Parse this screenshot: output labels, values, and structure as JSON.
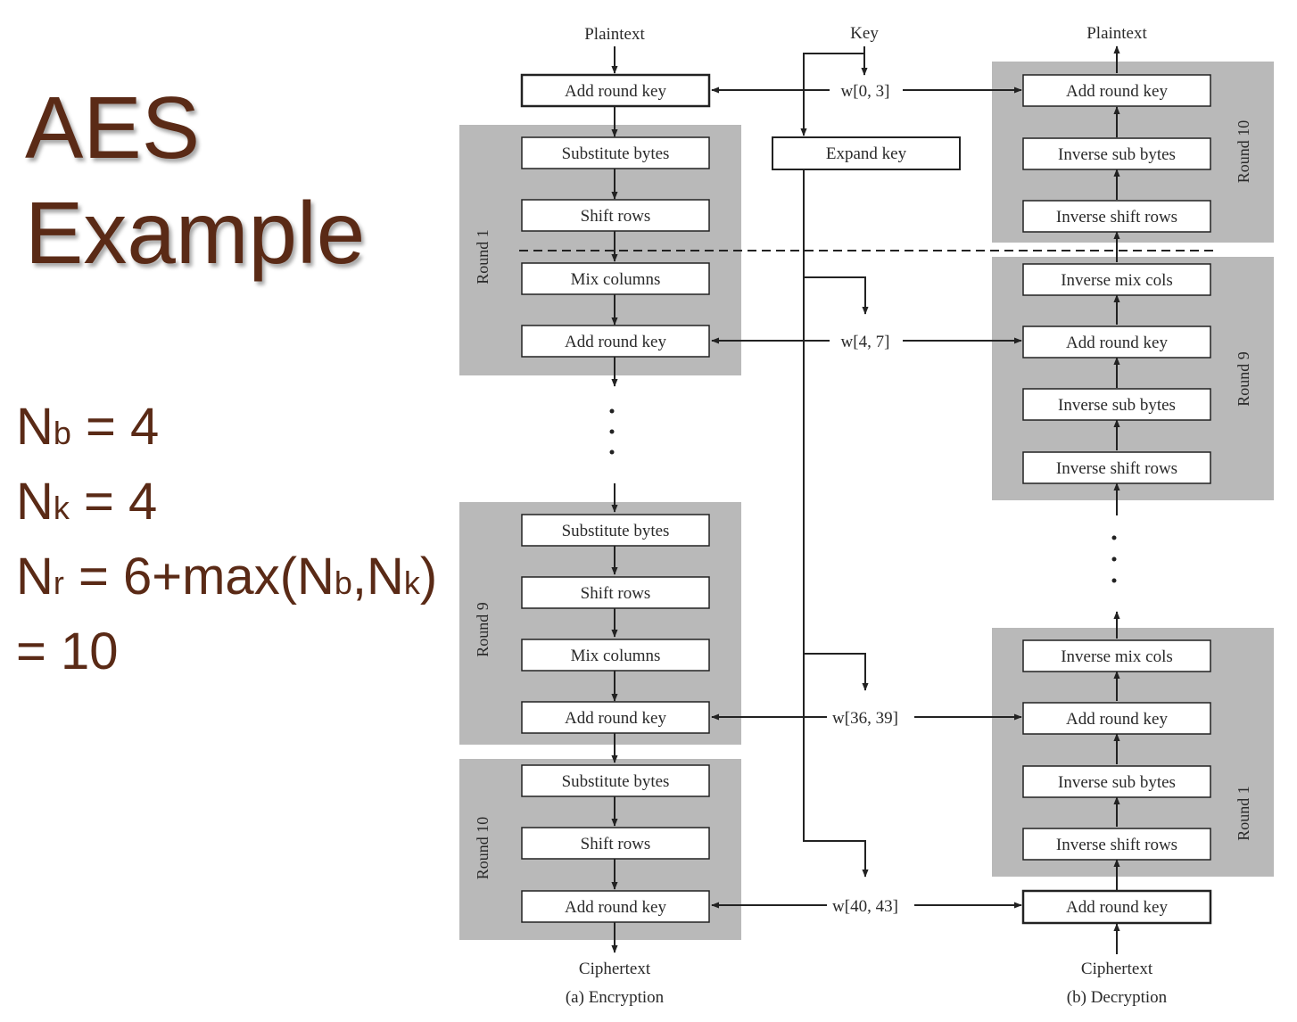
{
  "slide": {
    "title_line1": "AES",
    "title_line2": "Example",
    "params": {
      "nb": {
        "sym": "N",
        "sub": "b",
        "rest": " = 4"
      },
      "nk": {
        "sym": "N",
        "sub": "k",
        "rest": " = 4"
      },
      "nr": {
        "pre": "N",
        "pre_sub": "r",
        "mid": " = 6+max(N",
        "mid_sub": "b",
        "sep": ",N",
        "sep_sub": "k",
        "end": ")"
      },
      "result": "= 10"
    }
  },
  "diagram": {
    "encryption": {
      "input": "Plaintext",
      "output": "Ciphertext",
      "caption": "(a) Encryption",
      "initial_stage": "Add round key",
      "round_first": {
        "label": "Round 1",
        "stages": [
          "Substitute bytes",
          "Shift rows",
          "Mix columns",
          "Add round key"
        ]
      },
      "round_mid": {
        "label": "Round 9",
        "stages": [
          "Substitute bytes",
          "Shift rows",
          "Mix columns",
          "Add round key"
        ]
      },
      "round_last": {
        "label": "Round 10",
        "stages": [
          "Substitute bytes",
          "Shift rows",
          "Add round key"
        ]
      }
    },
    "key": {
      "input": "Key",
      "expand": "Expand key",
      "words": [
        "w[0, 3]",
        "w[4, 7]",
        "w[36, 39]",
        "w[40, 43]"
      ]
    },
    "decryption": {
      "input": "Ciphertext",
      "output": "Plaintext",
      "caption": "(b) Decryption",
      "initial_stage": "Add round key",
      "round_top": {
        "label": "Round 10",
        "stages": [
          "Add round key",
          "Inverse sub bytes",
          "Inverse shift rows"
        ]
      },
      "round_mid": {
        "label": "Round 9",
        "stages": [
          "Inverse mix cols",
          "Add round key",
          "Inverse sub bytes",
          "Inverse shift rows"
        ]
      },
      "round_bottom": {
        "label": "Round 1",
        "stages": [
          "Inverse mix cols",
          "Add round key",
          "Inverse sub bytes",
          "Inverse shift rows"
        ]
      }
    }
  }
}
